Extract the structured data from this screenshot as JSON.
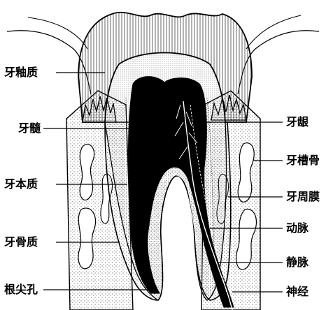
{
  "colors": {
    "ink": "#000000",
    "paper": "#ffffff",
    "stipple": "#6e6e6e"
  },
  "labels": {
    "left": {
      "enamel": "牙釉质",
      "pulp": "牙髓",
      "dentin": "牙本质",
      "cementum": "牙骨质",
      "apical_foramen": "根尖孔"
    },
    "right": {
      "gingiva": "牙龈",
      "alveolar_bone": "牙槽骨",
      "periodontal_membrane": "牙周膜",
      "artery": "动脉",
      "vein": "静脉",
      "nerve": "神经"
    }
  }
}
